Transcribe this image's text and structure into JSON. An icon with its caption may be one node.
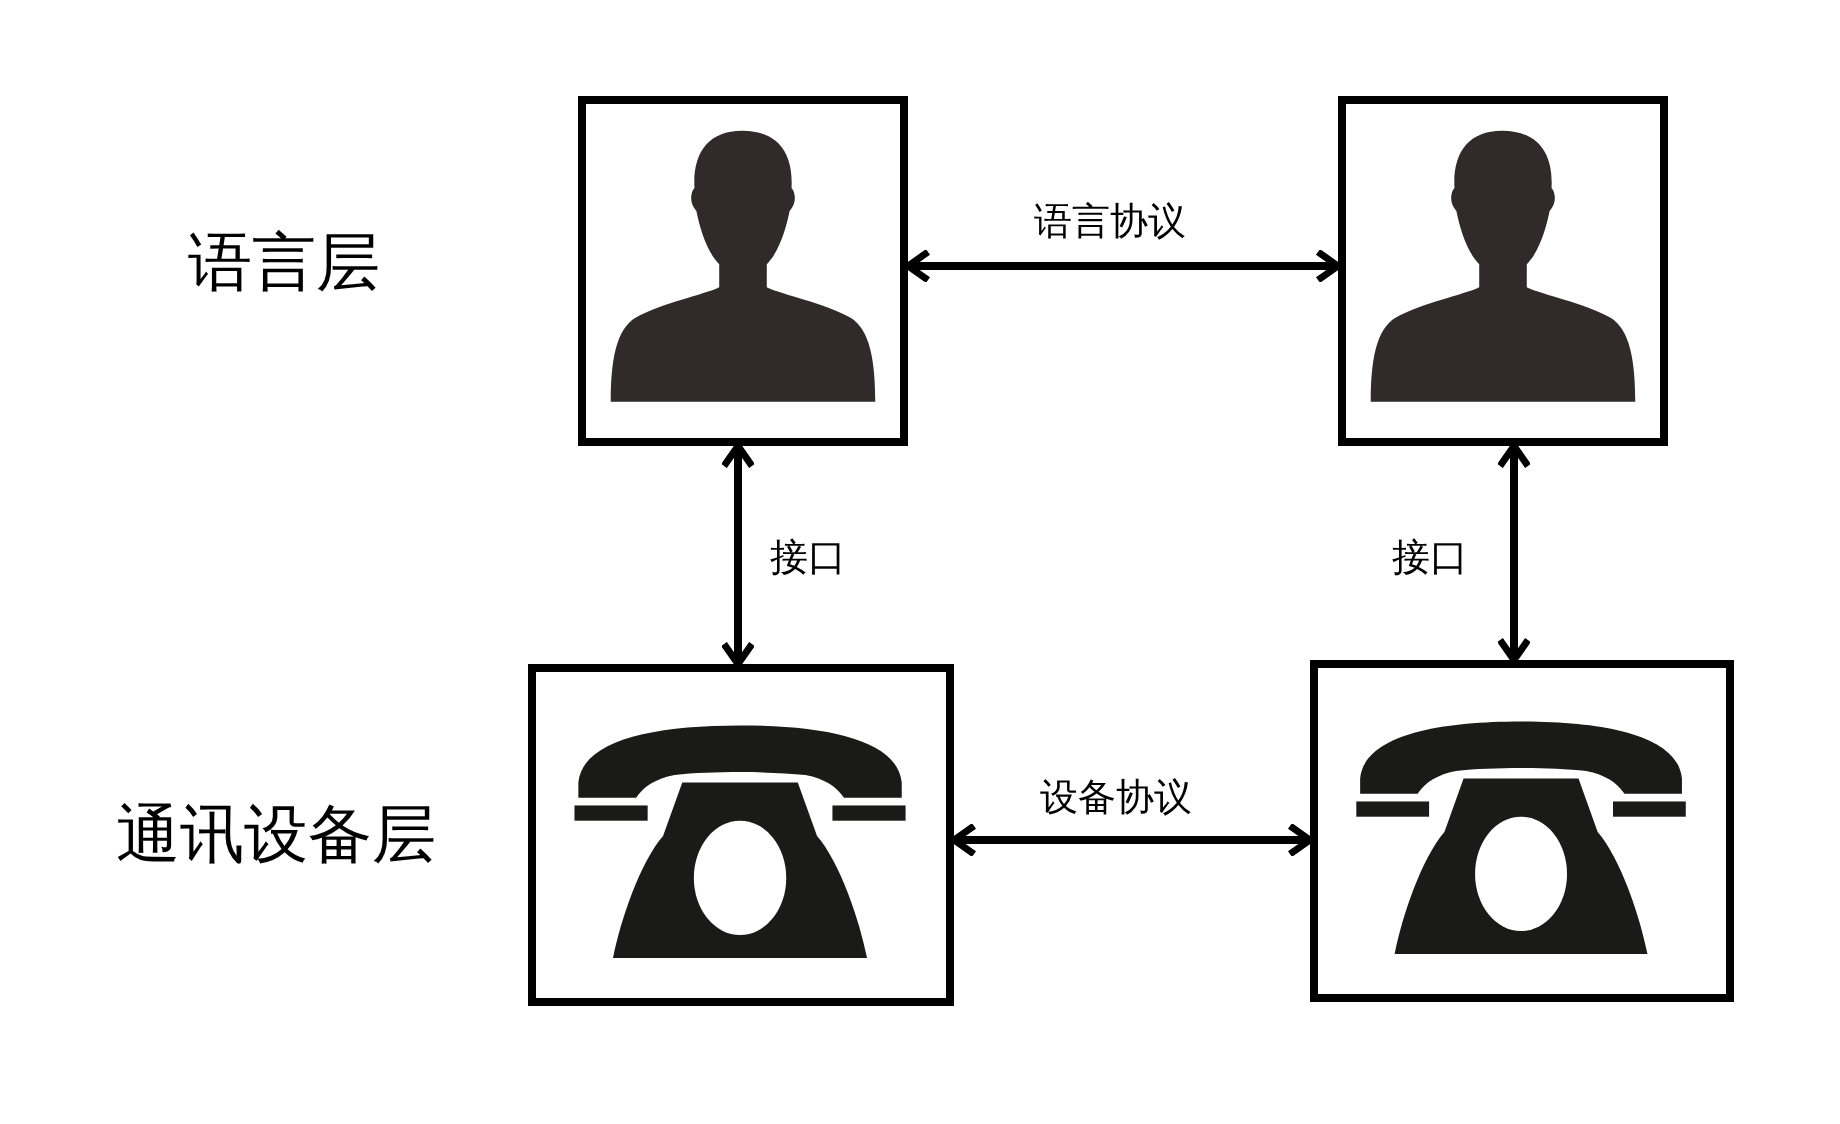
{
  "diagram": {
    "nodes": [
      {
        "text": [],
        "shape": "picture"
      },
      {
        "text": [],
        "shape": "picture"
      },
      {
        "text": [],
        "shape": "picture"
      },
      {
        "text": [],
        "shape": "picture"
      }
    ],
    "edges": [
      {
        "from": 0,
        "to": 1,
        "arrow": "both",
        "label": "语言协议"
      },
      {
        "from": 0,
        "to": 2,
        "arrow": "both",
        "label": "接口"
      },
      {
        "from": 1,
        "to": 3,
        "arrow": "both",
        "label": "接口"
      },
      {
        "from": 2,
        "to": 3,
        "arrow": "both",
        "label": "设备协议"
      }
    ],
    "labels": [
      "语言层",
      "通讯设备层"
    ]
  }
}
